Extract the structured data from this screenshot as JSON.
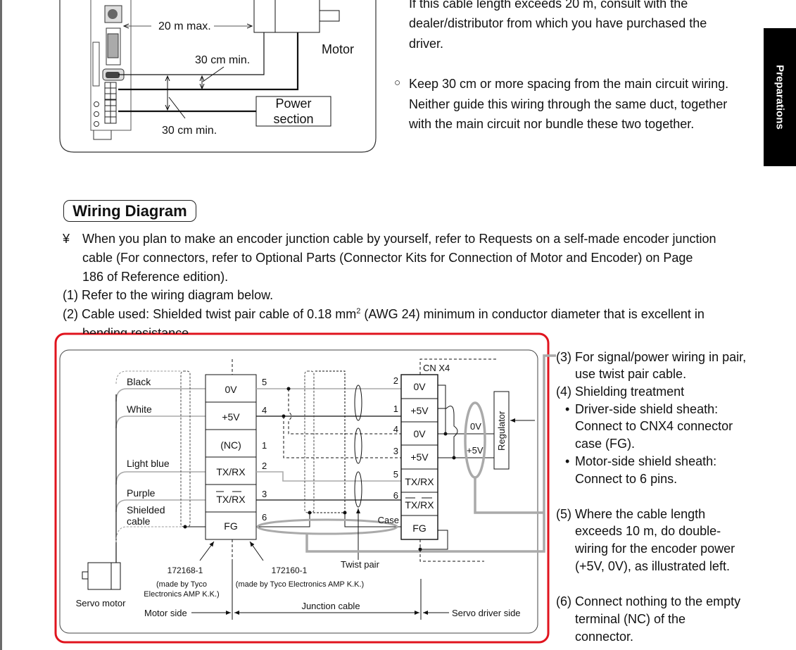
{
  "side_tab": "Preparations",
  "top_diagram": {
    "dist_max": "20 m max.",
    "spacing_1": "30 cm min.",
    "spacing_2": "30 cm min.",
    "motor": "Motor",
    "power_section_1": "Power",
    "power_section_2": "section"
  },
  "top_text": {
    "lines": [
      "If this cable length exceeds 20 m, consult with the",
      "dealer/distributor from which you have purchased the",
      "driver."
    ],
    "bullet": "○",
    "bullet_lines": [
      "Keep 30 cm or more spacing from the main circuit wiring.",
      "Neither guide this wiring through the same duct, together",
      "with the main circuit nor bundle these two together."
    ]
  },
  "section_heading": "Wiring Diagram",
  "intro": {
    "mark": "¥",
    "lines": [
      "When you plan to make an encoder junction cable by yourself, refer to Requests on a self-made encoder junction",
      "cable (For connectors, refer to  Optional Parts (Connector Kits for Connection of Motor and Encoder)  on Page",
      "186 of Reference edition)."
    ],
    "item1": "(1) Refer to the wiring diagram below.",
    "item2_a": "(2) Cable used: Shielded twist pair cable of 0.18 mm",
    "item2_sup": "2",
    "item2_b": " (AWG 24) minimum in conductor diameter that is excellent in",
    "item2_c": "bending resistance."
  },
  "wiring": {
    "wire_labels": [
      "Black",
      "White",
      "Light blue",
      "Purple",
      "Shielded",
      "cable"
    ],
    "left_connector": [
      "0V",
      "+5V",
      "(NC)",
      "TX/RX",
      "TX/RX",
      "FG"
    ],
    "left_pins": [
      "5",
      "4",
      "1",
      "2",
      "3",
      "6"
    ],
    "right_connector": [
      "0V",
      "+5V",
      "0V",
      "+5V",
      "TX/RX",
      "TX/RX",
      "FG"
    ],
    "right_pins": [
      "2",
      "1",
      "4",
      "3",
      "5",
      "6"
    ],
    "case": "Case",
    "cn": "CN  X4",
    "regulator": "Regulator",
    "reg_0v": "0V",
    "reg_5v": "+5V",
    "twist_pair": "Twist pair",
    "servo_motor": "Servo motor",
    "part1": "172168-1",
    "part1_maker_1": "(made by Tyco",
    "part1_maker_2": "Electronics AMP K.K.)",
    "part2": "172160-1",
    "part2_maker": "(made by Tyco Electronics AMP K.K.)",
    "motor_side": "Motor side",
    "junction_cable": "Junction cable",
    "driver_side": "Servo driver side",
    "highlight_color": "#e0141e"
  },
  "notes": {
    "n3": [
      "(3) For signal/power wiring in pair,",
      "use twist pair cable."
    ],
    "n4": [
      "(4) Shielding treatment"
    ],
    "b1": [
      "Driver-side shield sheath:",
      "Connect to CNX4 connector",
      "case (FG)."
    ],
    "b2": [
      "Motor-side shield sheath:",
      "Connect to 6 pins."
    ],
    "bullet": "•",
    "n5": [
      "(5) Where the cable length",
      "exceeds 10 m, do double-",
      "wiring for the encoder power",
      "(+5V, 0V), as illustrated left."
    ],
    "n6": [
      "(6) Connect nothing to the empty",
      "terminal (NC) of the",
      "connector."
    ]
  }
}
